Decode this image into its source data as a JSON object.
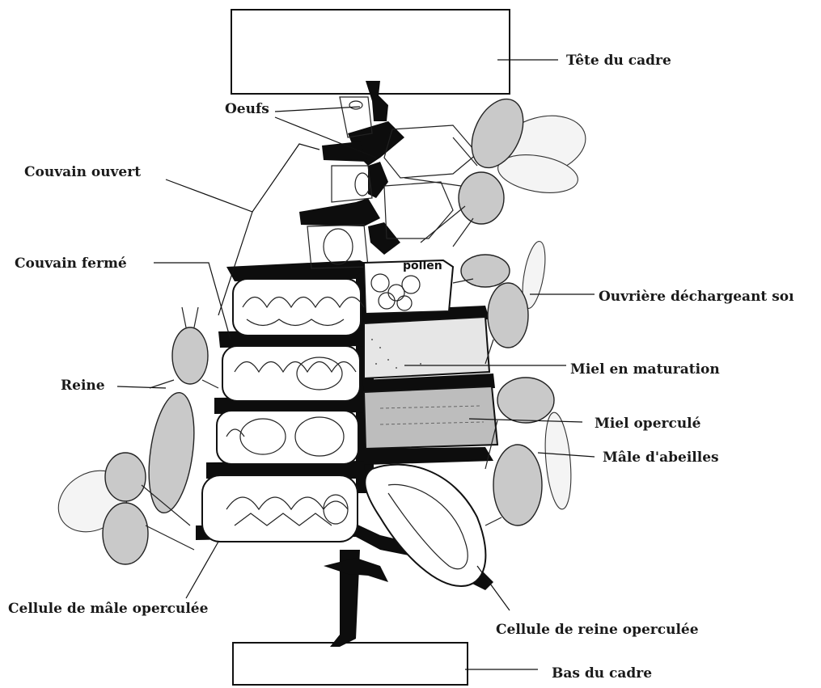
{
  "labels": {
    "tete_du_cadre": "Tête du cadre",
    "oeufs": "Oeufs",
    "couvain_ouvert": "Couvain ouvert",
    "couvain_ferme": "Couvain fermé",
    "reine": "Reine",
    "pollen": "pollen",
    "ouvriere": "Ouvrière déchargeant soı",
    "miel_maturation": "Miel en maturation",
    "miel_opercule": "Miel operculé",
    "male_abeilles": "Mâle d'abeilles",
    "cellule_male": "Cellule de mâle operculée",
    "cellule_reine": "Cellule de reine operculée",
    "bas_du_cadre": "Bas du cadre"
  }
}
